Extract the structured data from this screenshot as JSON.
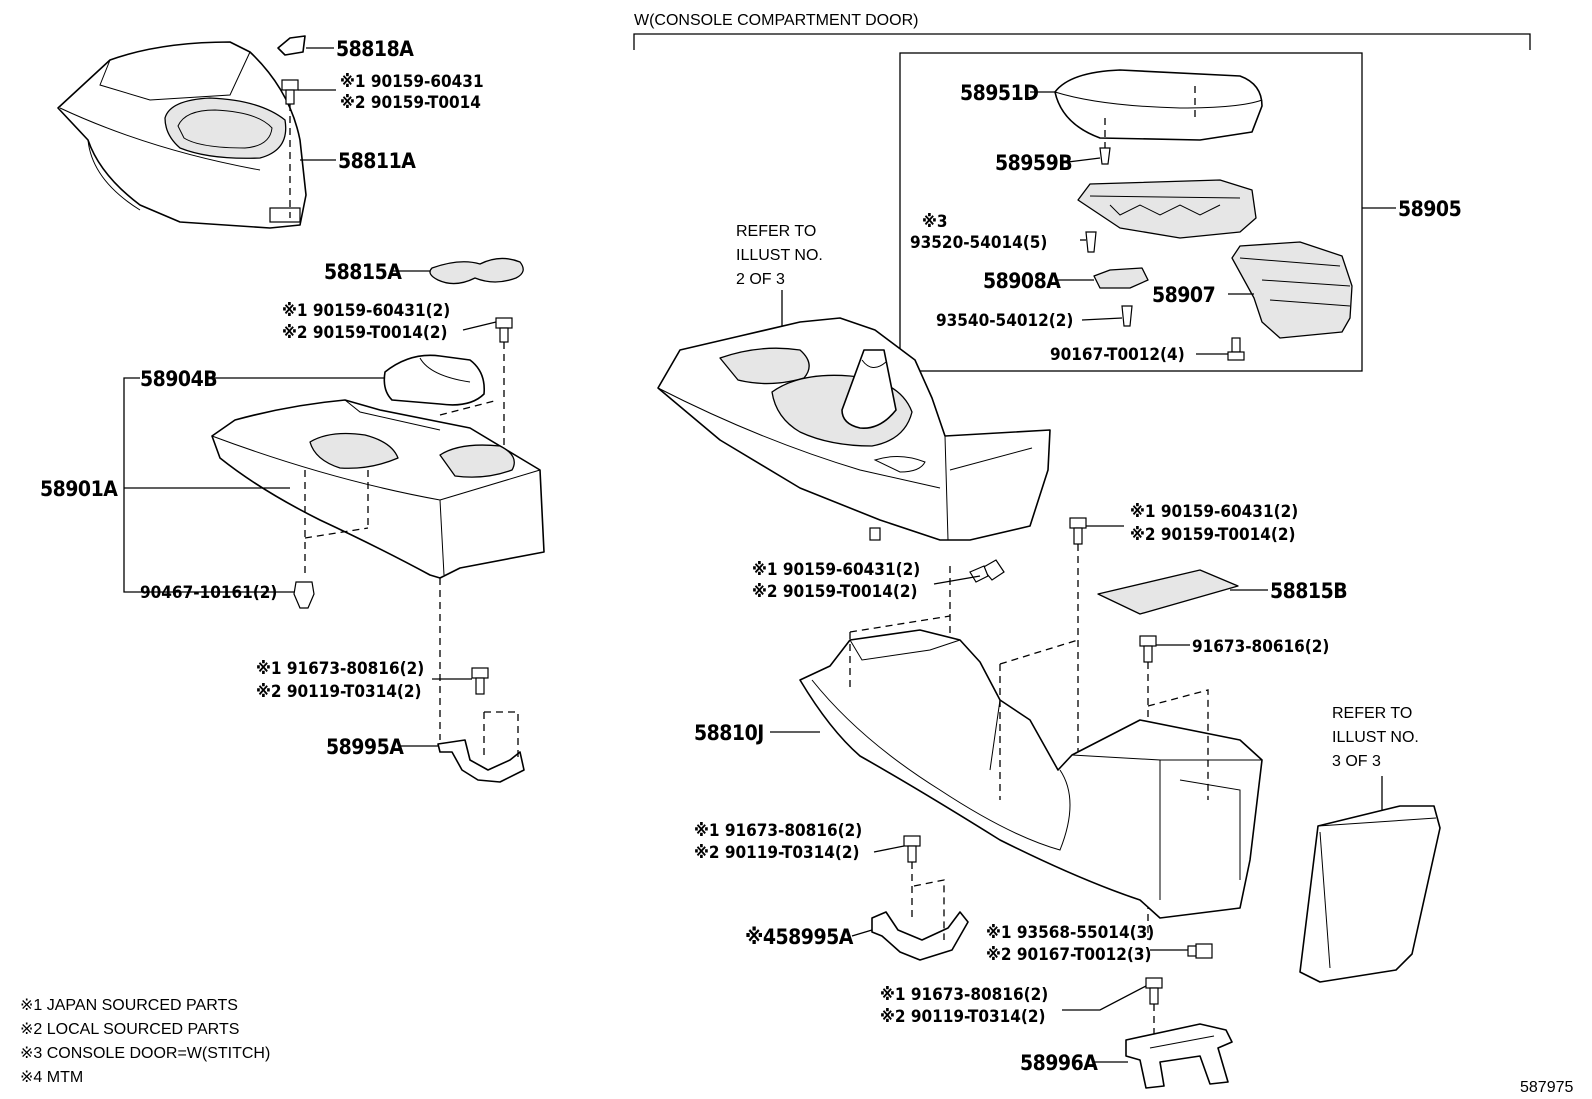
{
  "header": {
    "variant_label": "W(CONSOLE COMPARTMENT DOOR)"
  },
  "refs": {
    "ref_2of3": [
      "REFER TO",
      "ILLUST NO.",
      "2 OF 3"
    ],
    "ref_3of3": [
      "REFER TO",
      "ILLUST NO.",
      "3 OF 3"
    ]
  },
  "parts": {
    "p58818A": "58818A",
    "p58811A": "58811A",
    "bolt_top_1": "※1 90159-60431",
    "bolt_top_2": "※2 90159-T0014",
    "p58815A": "58815A",
    "bolt_mid_1": "※1 90159-60431(2)",
    "bolt_mid_2": "※2 90159-T0014(2)",
    "p58904B": "58904B",
    "p58901A": "58901A",
    "clip_90467": "90467-10161(2)",
    "bolt_l_1": "※1 91673-80816(2)",
    "bolt_l_2": "※2 90119-T0314(2)",
    "p58995A": "58995A",
    "p58951D": "58951D",
    "p58959B": "58959B",
    "screw_3_mark": "※3",
    "screw_93520": "93520-54014(5)",
    "p58908A": "58908A",
    "screw_93540": "93540-54012(2)",
    "p58907": "58907",
    "bolt_90167_4": "90167-T0012(4)",
    "p58905": "58905",
    "bolt_r1_1": "※1 90159-60431(2)",
    "bolt_r1_2": "※2 90159-T0014(2)",
    "bolt_c_1": "※1 90159-60431(2)",
    "bolt_c_2": "※2 90159-T0014(2)",
    "p58815B": "58815B",
    "bolt_91673_806": "91673-80616(2)",
    "p58810J": "58810J",
    "bolt_cl_1": "※1 91673-80816(2)",
    "bolt_cl_2": "※2 90119-T0314(2)",
    "p58995A_mtm": "※458995A",
    "bolt_cr_1": "※1 93568-55014(3)",
    "bolt_cr_2": "※2 90167-T0012(3)",
    "bolt_b_1": "※1 91673-80816(2)",
    "bolt_b_2": "※2 90119-T0314(2)",
    "p58996A": "58996A"
  },
  "legend": [
    "※1 JAPAN SOURCED PARTS",
    "※2 LOCAL SOURCED PARTS",
    "※3 CONSOLE DOOR=W(STITCH)",
    "※4 MTM"
  ],
  "figure_id": "587975"
}
